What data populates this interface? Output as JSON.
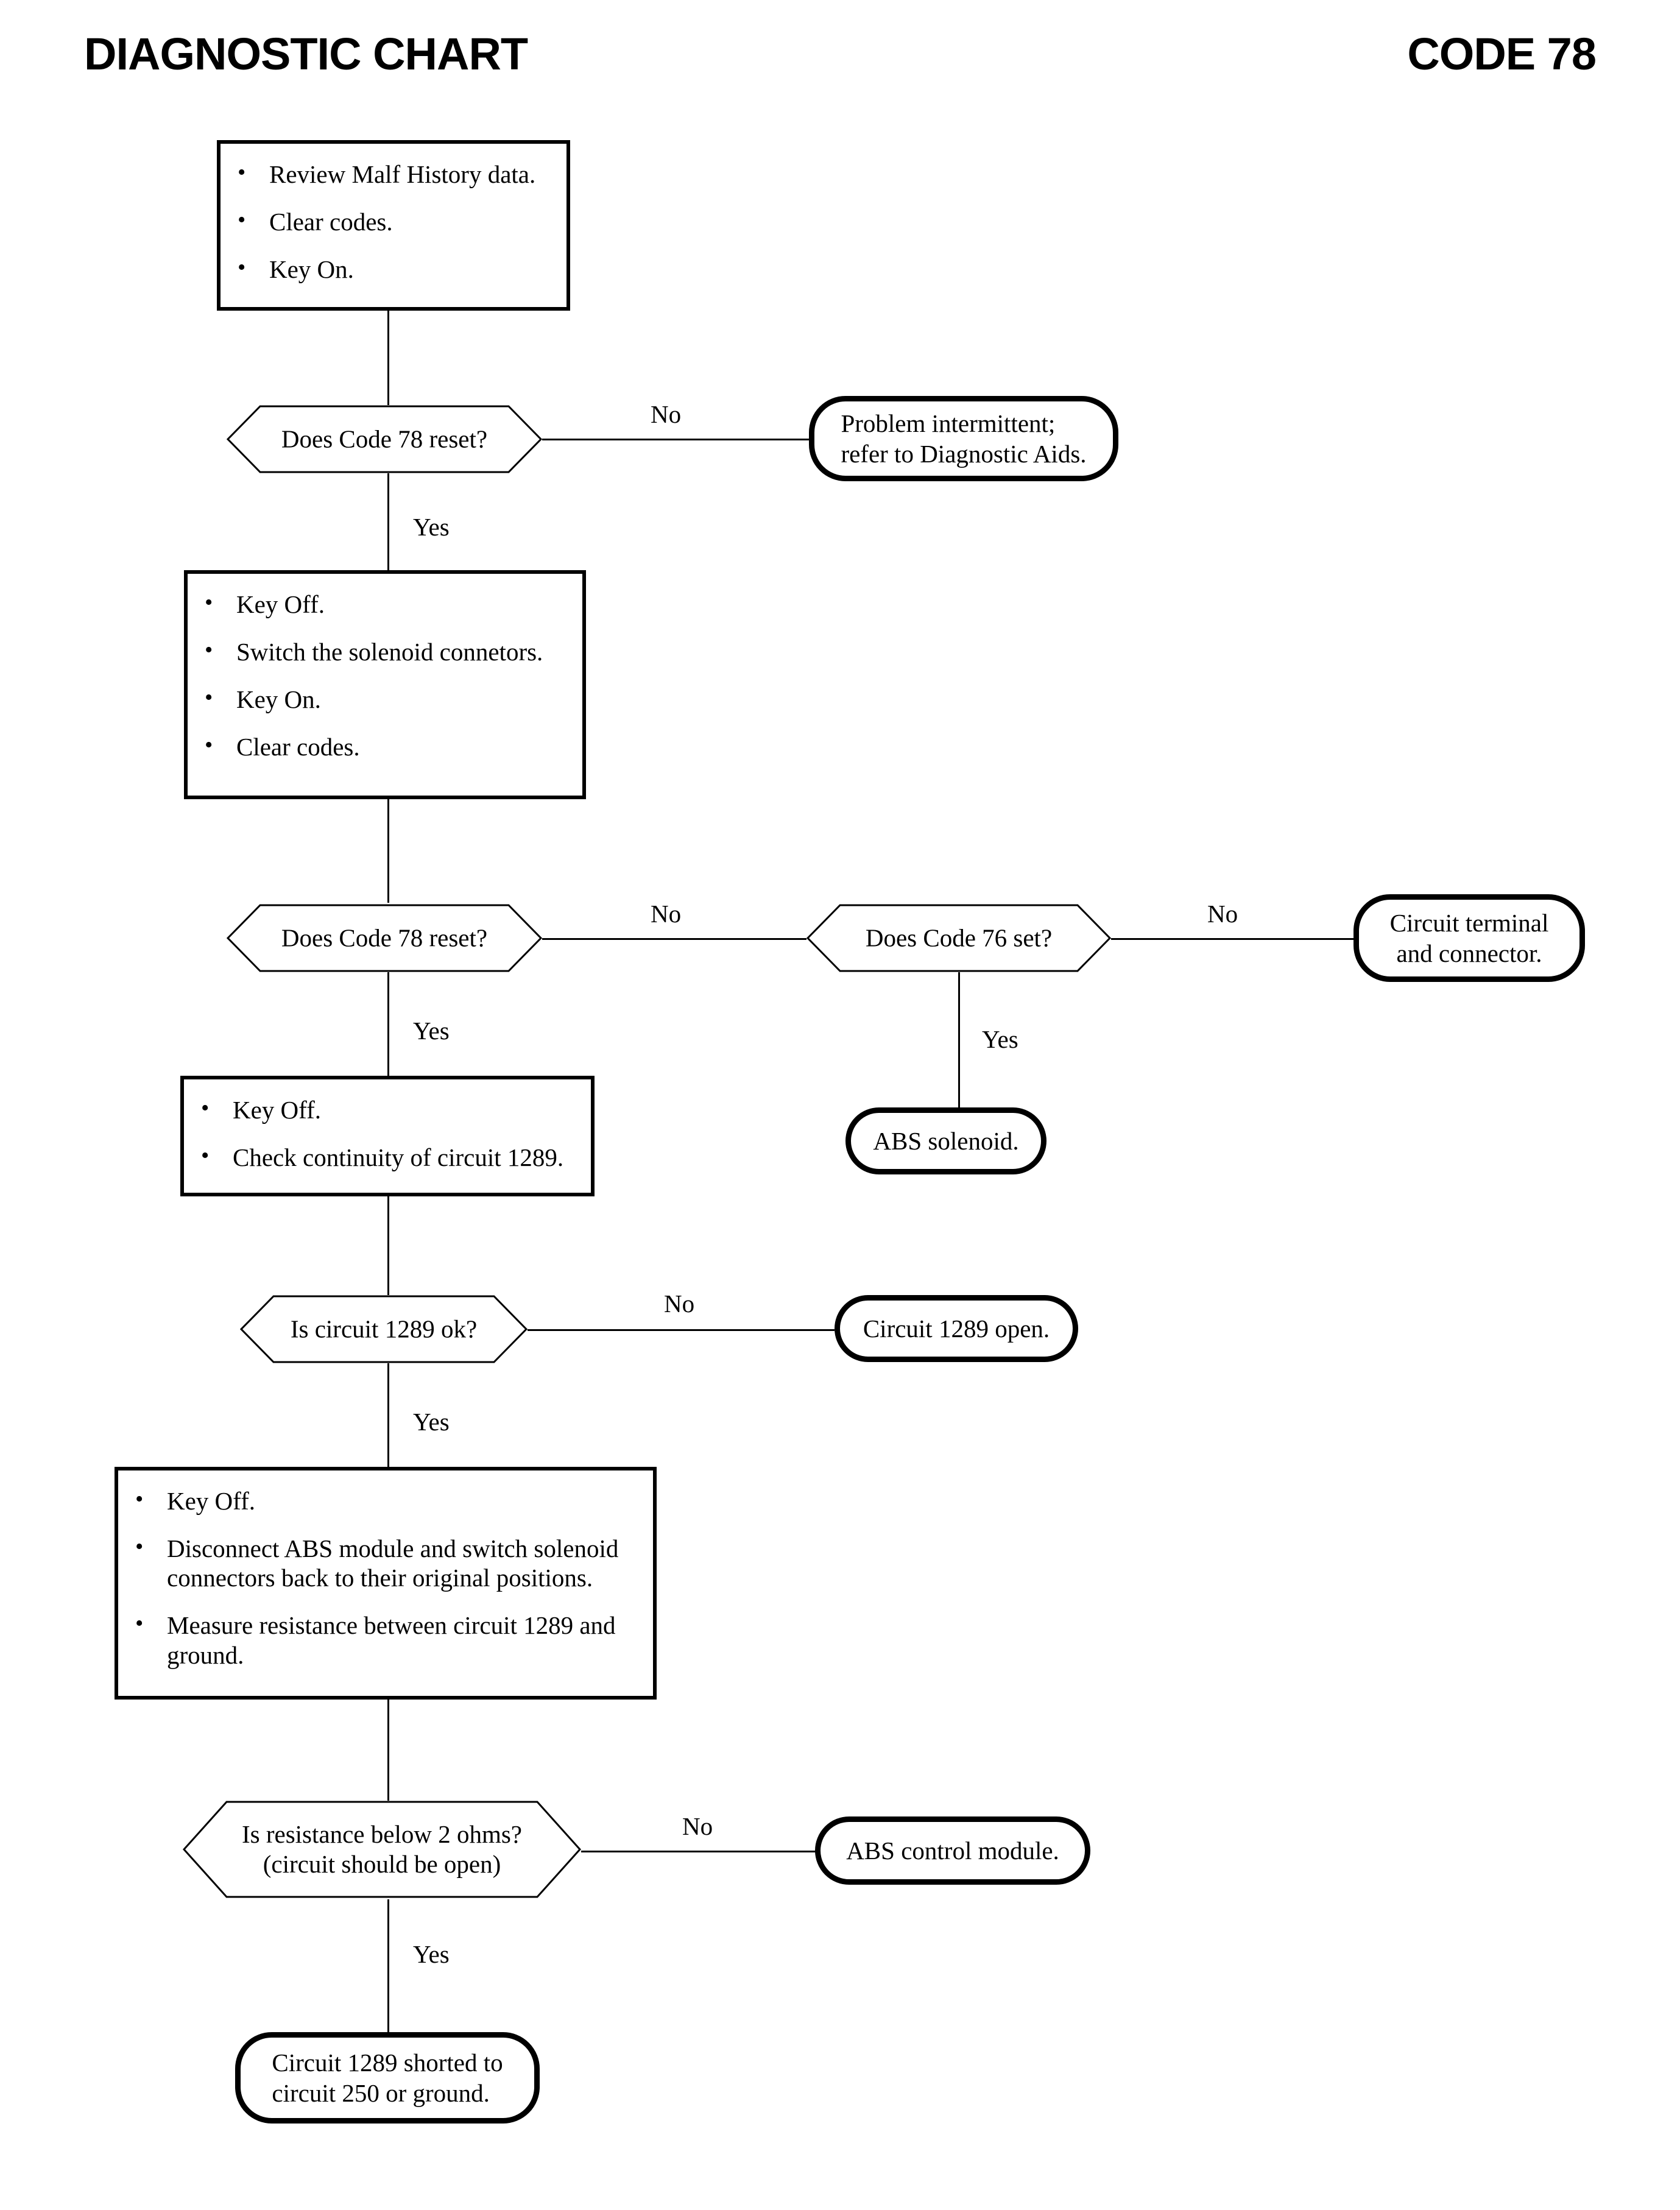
{
  "header": {
    "title": "DIAGNOSTIC CHART",
    "code": "CODE 78"
  },
  "labels": {
    "yes": "Yes",
    "no": "No"
  },
  "nodes": {
    "step1": {
      "type": "process",
      "bullets": [
        "Review Malf History data.",
        "Clear codes.",
        "Key On."
      ]
    },
    "decision1": {
      "type": "decision",
      "text": "Does Code 78 reset?"
    },
    "terminal1": {
      "type": "terminal",
      "line1": "Problem intermittent;",
      "line2": "refer to Diagnostic Aids."
    },
    "step2": {
      "type": "process",
      "bullets": [
        "Key Off.",
        "Switch the solenoid connetors.",
        "Key On.",
        "Clear codes."
      ]
    },
    "decision2": {
      "type": "decision",
      "text": "Does Code 78 reset?"
    },
    "decision3": {
      "type": "decision",
      "text": "Does Code 76 set?"
    },
    "terminal2": {
      "type": "terminal",
      "line1": "Circuit terminal",
      "line2": "and connector."
    },
    "terminal3": {
      "type": "terminal",
      "line1": "ABS solenoid."
    },
    "step3": {
      "type": "process",
      "bullets": [
        "Key Off.",
        "Check continuity of circuit 1289."
      ]
    },
    "decision4": {
      "type": "decision",
      "text": "Is circuit 1289 ok?"
    },
    "terminal4": {
      "type": "terminal",
      "line1": "Circuit 1289 open."
    },
    "step4": {
      "type": "process",
      "bullets": [
        "Key Off.",
        "Disconnect ABS module and switch solenoid connectors back to their original positions.",
        "Measure resistance between circuit 1289 and ground."
      ]
    },
    "decision5": {
      "type": "decision",
      "line1": "Is resistance below 2 ohms?",
      "line2": "(circuit should be open)"
    },
    "terminal5": {
      "type": "terminal",
      "line1": "ABS control module."
    },
    "terminal6": {
      "type": "terminal",
      "line1": "Circuit 1289 shorted to",
      "line2": "circuit 250 or ground."
    }
  },
  "edges": {
    "e1_no": "No",
    "e1_yes": "Yes",
    "e2_no": "No",
    "e2_yes": "Yes",
    "e3_no": "No",
    "e3_yes": "Yes",
    "e4_no": "No",
    "e4_yes": "Yes",
    "e5_no": "No",
    "e5_yes": "Yes"
  },
  "colors": {
    "ink": "#000000",
    "paper": "#ffffff"
  }
}
